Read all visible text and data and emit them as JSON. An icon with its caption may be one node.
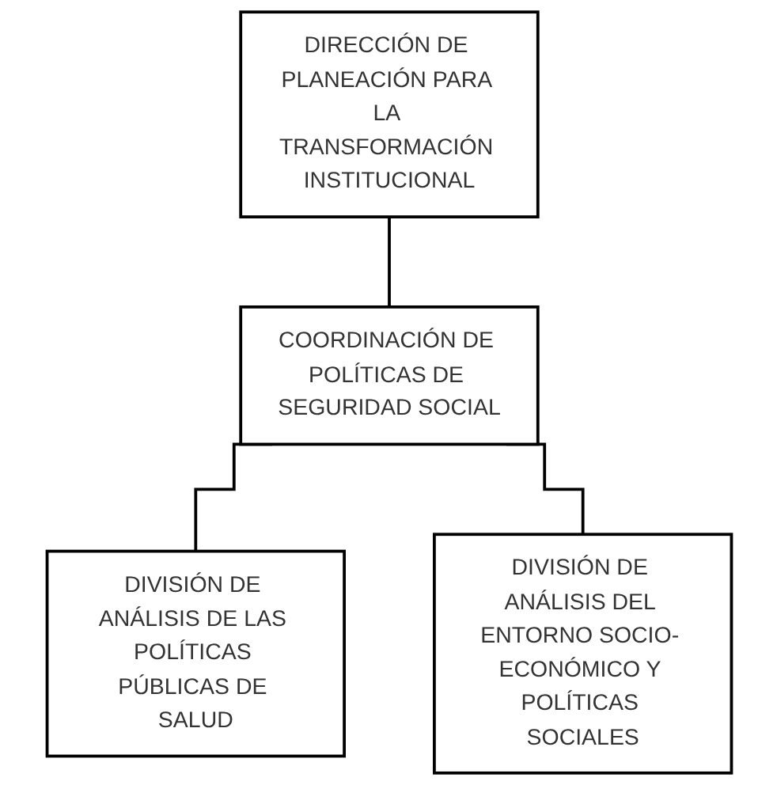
{
  "diagram": {
    "nodes": [
      {
        "text": [
          "DIRECCIÓN DE PLANEACIÓN PARA LA TRANSFORMACIÓN INSTITUCIONAL"
        ]
      },
      {
        "text": [
          "COORDINACIÓN DE POLÍTICAS DE SEGURIDAD SOCIAL"
        ]
      },
      {
        "text": [
          "DIVISIÓN DE ANÁLISIS DE LAS POLÍTICAS PÚBLICAS DE SALUD"
        ]
      },
      {
        "text": [
          "DIVISIÓN DE ANÁLISIS DEL ENTORNO SOCIO- ECONÓMICO Y POLÍTICAS SOCIALES"
        ]
      }
    ],
    "edges": [
      {
        "from": 0,
        "to": 1,
        "arrow": "none"
      },
      {
        "from": 1,
        "to": 2,
        "arrow": "none"
      },
      {
        "from": 1,
        "to": 3,
        "arrow": "none"
      }
    ]
  }
}
